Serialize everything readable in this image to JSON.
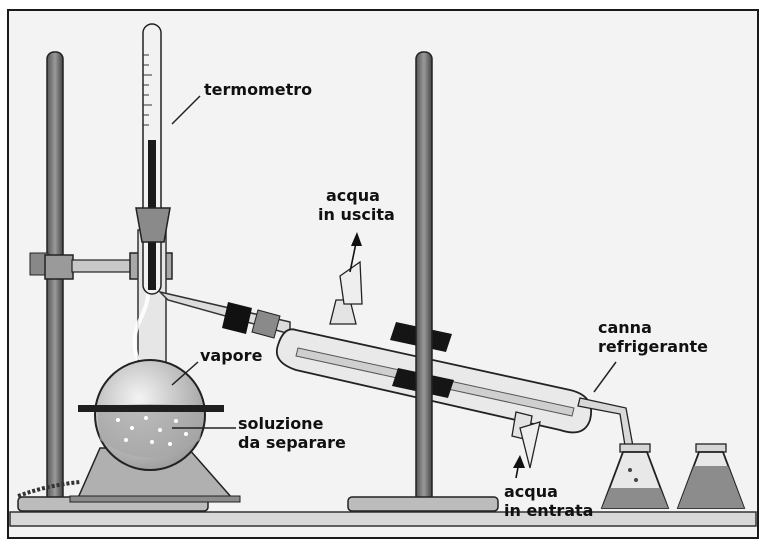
{
  "colors": {
    "paper": "#f3f3f3",
    "frame": "#1a1a1a",
    "stand_rod": "#6a6a6a",
    "glass": "#e6e6e6",
    "clamp": "#222222",
    "liquid": "#8a8a8a"
  },
  "labels": {
    "thermometer": "termometro",
    "water_out": [
      "acqua",
      "in uscita"
    ],
    "vapor": "vapore",
    "solution": [
      "soluzione",
      "da separare"
    ],
    "condenser": [
      "canna",
      "refrigerante"
    ],
    "water_in": [
      "acqua",
      "in entrata"
    ]
  },
  "icons": {
    "stand_left": "retort-stand-icon",
    "stand_right": "retort-stand-icon",
    "burner": "burner-icon",
    "flask": "round-bottom-flask-icon",
    "thermometer": "thermometer-icon",
    "condenser": "condenser-icon",
    "receiving_flask": "erlenmeyer-flask-icon",
    "spare_flask": "erlenmeyer-flask-icon"
  }
}
